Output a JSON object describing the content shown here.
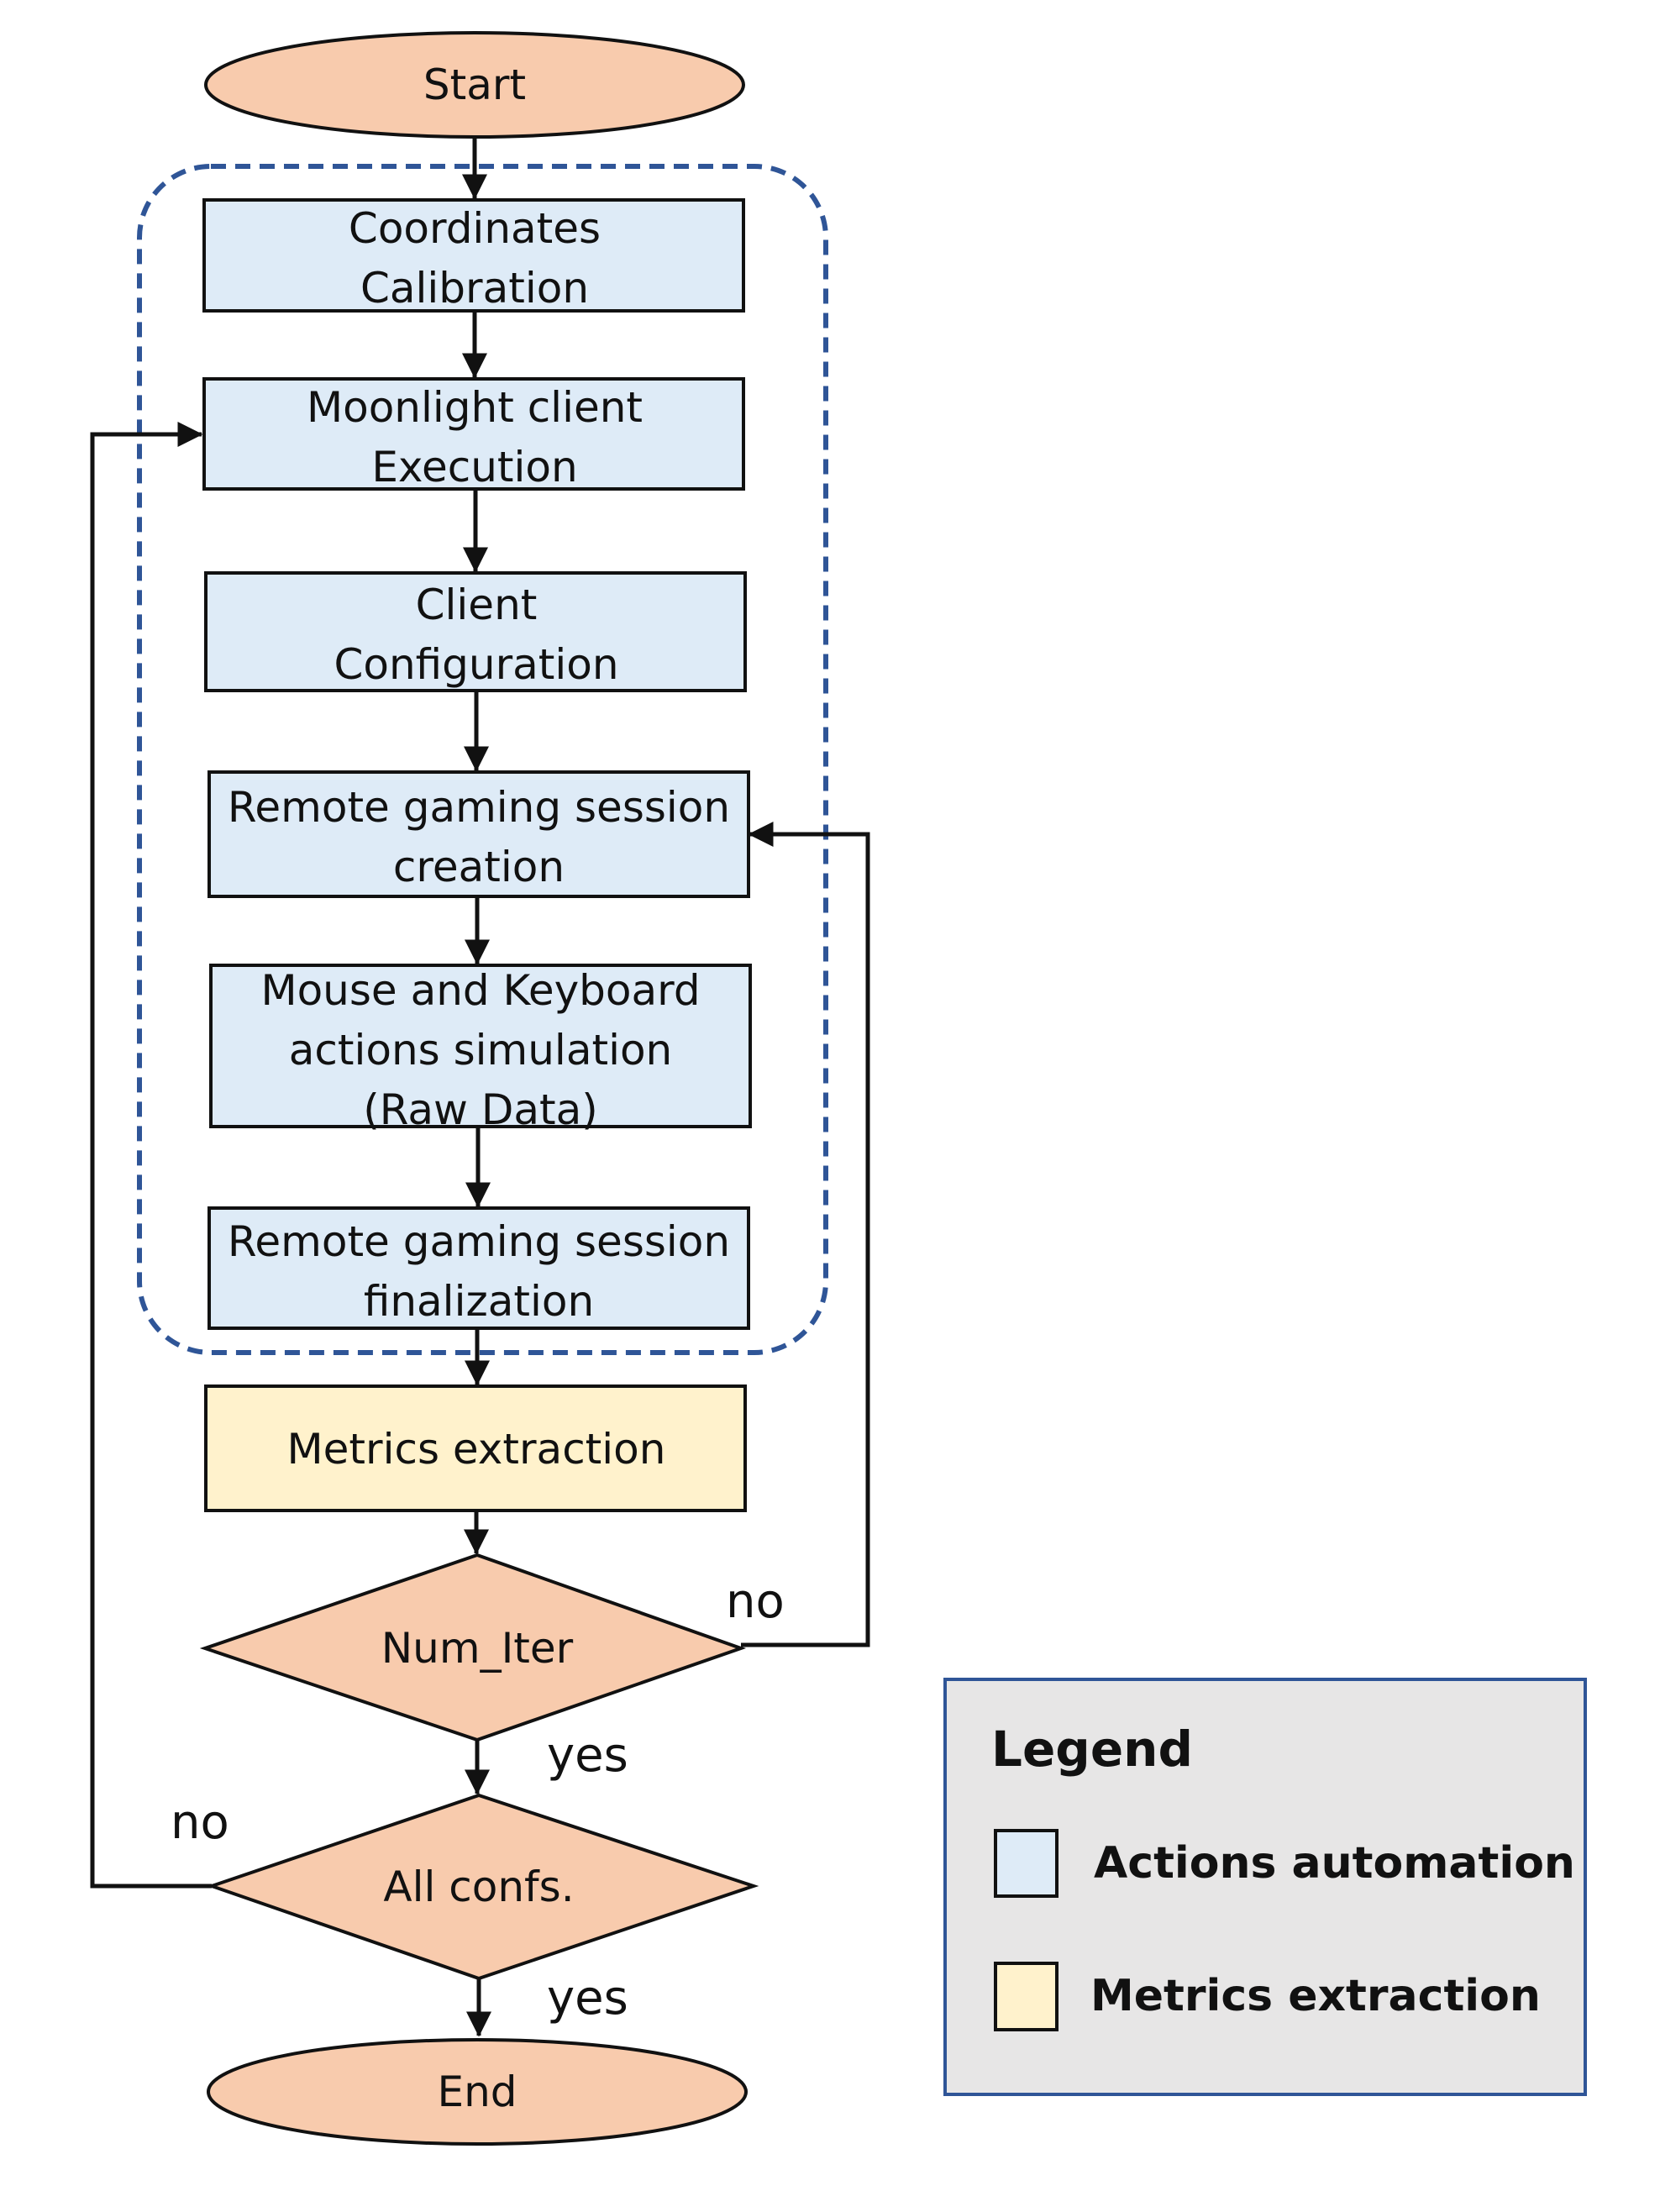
{
  "colors": {
    "terminal": "#f8cbad",
    "automation": "#deebf7",
    "metrics": "#fff2cc",
    "decision": "#f8cbad",
    "group_border": "#2f5597",
    "legend_bg": "#e7e6e6",
    "legend_border": "#2f5597"
  },
  "nodes": {
    "start": "Start",
    "calibration": [
      "Coordinates",
      "Calibration"
    ],
    "moonlight": [
      "Moonlight client",
      "Execution"
    ],
    "client_config": [
      "Client",
      "Configuration"
    ],
    "session_creation": [
      "Remote gaming session",
      "creation"
    ],
    "simulation": [
      "Mouse and Keyboard",
      "actions simulation",
      "(Raw Data)"
    ],
    "session_finalization": [
      "Remote gaming session",
      "finalization"
    ],
    "metrics": "Metrics extraction",
    "num_iter": "Num_Iter",
    "all_confs": "All confs.",
    "end": "End"
  },
  "edge_labels": {
    "num_iter_no": "no",
    "num_iter_yes": "yes",
    "all_confs_no": "no",
    "all_confs_yes": "yes"
  },
  "legend": {
    "title": "Legend",
    "items": [
      {
        "label": "Actions automation",
        "color": "#deebf7"
      },
      {
        "label": "Metrics extraction",
        "color": "#fff2cc"
      }
    ]
  }
}
